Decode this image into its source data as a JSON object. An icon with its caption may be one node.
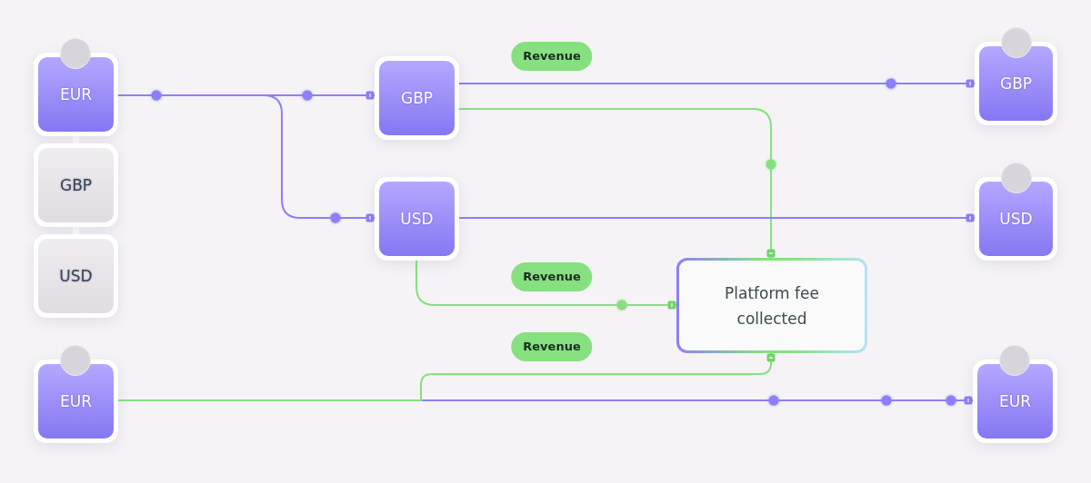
{
  "diagram": {
    "nodes": [
      {
        "text": [
          "EUR"
        ]
      },
      {
        "text": [
          "GBP"
        ]
      },
      {
        "text": [
          "USD"
        ]
      },
      {
        "text": [
          "EUR"
        ]
      },
      {
        "text": [
          "GBP"
        ]
      },
      {
        "text": [
          "USD"
        ]
      },
      {
        "text": [
          "Platform fee collected"
        ]
      },
      {
        "text": [
          "GBP"
        ]
      },
      {
        "text": [
          "USD"
        ]
      },
      {
        "text": [
          "EUR"
        ]
      }
    ],
    "edges": [
      {
        "from": 0,
        "to": 4,
        "arrow": "other"
      },
      {
        "from": 0,
        "to": 5,
        "arrow": "other"
      },
      {
        "from": 4,
        "to": 7,
        "arrow": "other"
      },
      {
        "from": 4,
        "to": 6,
        "arrow": "other",
        "color": "#86e07f"
      },
      {
        "from": 5,
        "to": 8,
        "arrow": "other"
      },
      {
        "from": 5,
        "to": 6,
        "arrow": "other",
        "color": "#86e07f"
      },
      {
        "from": 3,
        "to": 9,
        "arrow": "other"
      },
      {
        "from": 3,
        "to": 6,
        "arrow": "other",
        "color": "#86e07f"
      },
      {
        "from": 0,
        "to": 1,
        "arrow": "none",
        "style": "thick",
        "color": "#ffffff"
      },
      {
        "from": 1,
        "to": 2,
        "arrow": "none",
        "style": "thick",
        "color": "#ffffff"
      }
    ],
    "labels": [
      "Revenue",
      "Revenue",
      "Revenue"
    ]
  }
}
